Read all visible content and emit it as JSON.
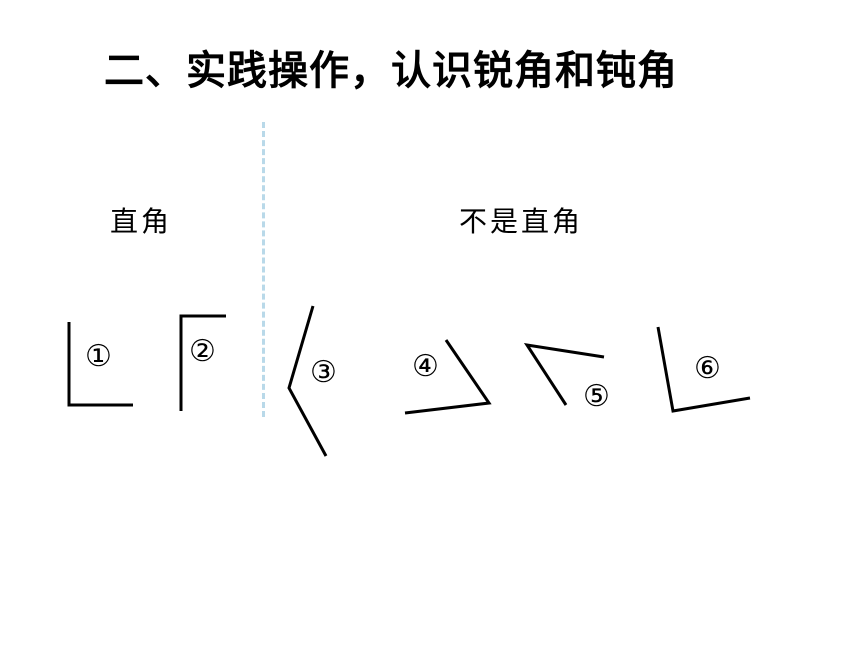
{
  "title": "二、实践操作，认识锐角和钝角",
  "groups": {
    "right_angle_label": "直角",
    "not_right_angle_label": "不是直角"
  },
  "angles": [
    {
      "number": "①",
      "group": "直角"
    },
    {
      "number": "②",
      "group": "直角"
    },
    {
      "number": "③",
      "group": "不是直角"
    },
    {
      "number": "④",
      "group": "不是直角"
    },
    {
      "number": "⑤",
      "group": "不是直角"
    },
    {
      "number": "⑥",
      "group": "不是直角"
    }
  ]
}
